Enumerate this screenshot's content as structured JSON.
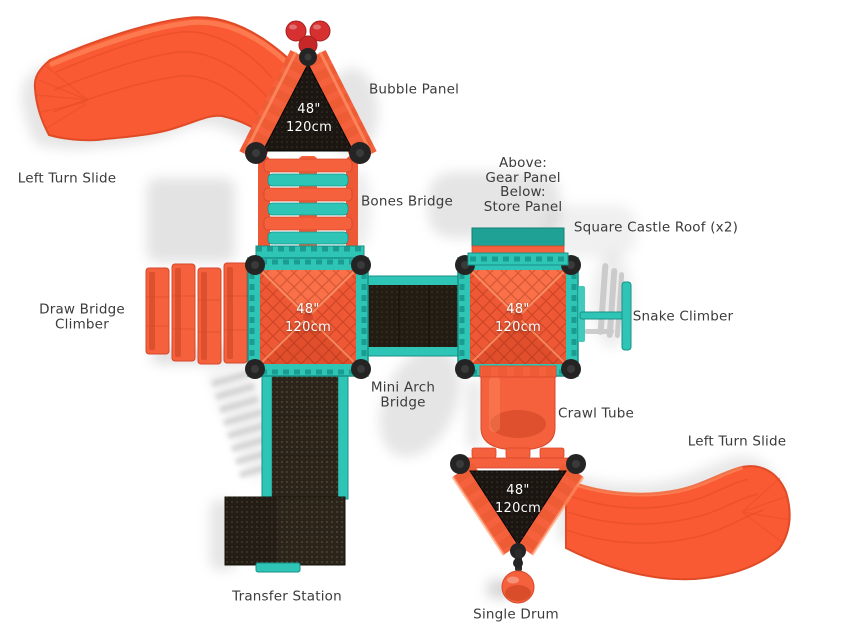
{
  "page": {
    "background": "#ffffff",
    "description_of_view": "top view playground diagram"
  },
  "palette": {
    "orange": "#F4613C",
    "orange_dark": "#D6472B",
    "orange_light": "#FF9568",
    "slide_orange": "#FA5A33",
    "teal": "#2EC4B6",
    "teal_dark": "#179287",
    "mesh": "#1B1611",
    "deck": "#2B241A",
    "ornament_red": "#D63031",
    "label_text": "#3B3B3B",
    "badge_text": "#FFFFFF"
  },
  "labels": [
    {
      "id": "bubble-panel",
      "text": "Bubble Panel"
    },
    {
      "id": "left-turn-slide-top",
      "text": "Left Turn Slide"
    },
    {
      "id": "bones-bridge",
      "text": "Bones Bridge"
    },
    {
      "id": "panel-note",
      "text": "Above:\nGear Panel\nBelow:\nStore Panel"
    },
    {
      "id": "square-castle-roof",
      "text": "Square Castle Roof (x2)"
    },
    {
      "id": "draw-bridge-climber",
      "text": "Draw Bridge\nClimber"
    },
    {
      "id": "snake-climber",
      "text": "Snake Climber"
    },
    {
      "id": "mini-arch-bridge",
      "text": "Mini Arch\nBridge"
    },
    {
      "id": "crawl-tube",
      "text": "Crawl Tube"
    },
    {
      "id": "left-turn-slide-bottom",
      "text": "Left Turn Slide"
    },
    {
      "id": "transfer-station",
      "text": "Transfer Station"
    },
    {
      "id": "single-drum",
      "text": "Single Drum"
    }
  ],
  "deck_badges": [
    {
      "id": "top-triangle-deck",
      "inches": "48\"",
      "cm": "120cm"
    },
    {
      "id": "left-square-deck",
      "inches": "48\"",
      "cm": "120cm"
    },
    {
      "id": "right-square-deck",
      "inches": "48\"",
      "cm": "120cm"
    },
    {
      "id": "bottom-triangle-deck",
      "inches": "48\"",
      "cm": "120cm"
    }
  ]
}
